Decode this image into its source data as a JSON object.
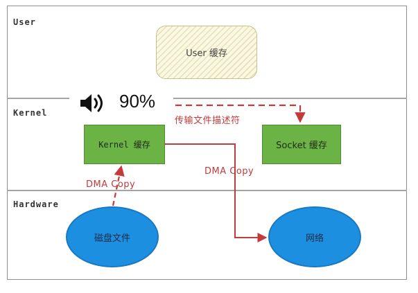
{
  "layers": {
    "user": "User",
    "kernel": "Kernel",
    "hardware": "Hardware"
  },
  "nodes": {
    "user_cache": "User 缓存",
    "kernel_cache": "Kernel 缓存",
    "socket_cache": "Socket 缓存",
    "disk_file": "磁盘文件",
    "network": "网络"
  },
  "edges": {
    "descriptor": "传输文件描述符",
    "dma_copy_left": "DMA Copy",
    "dma_copy_right": "DMA Copy"
  },
  "overlay": {
    "volume_icon": "speaker-icon",
    "volume_percent": "90%"
  },
  "colors": {
    "arrow": "#c23a3a",
    "green_box": "#6cb346",
    "ellipse": "#1d8fe0"
  }
}
